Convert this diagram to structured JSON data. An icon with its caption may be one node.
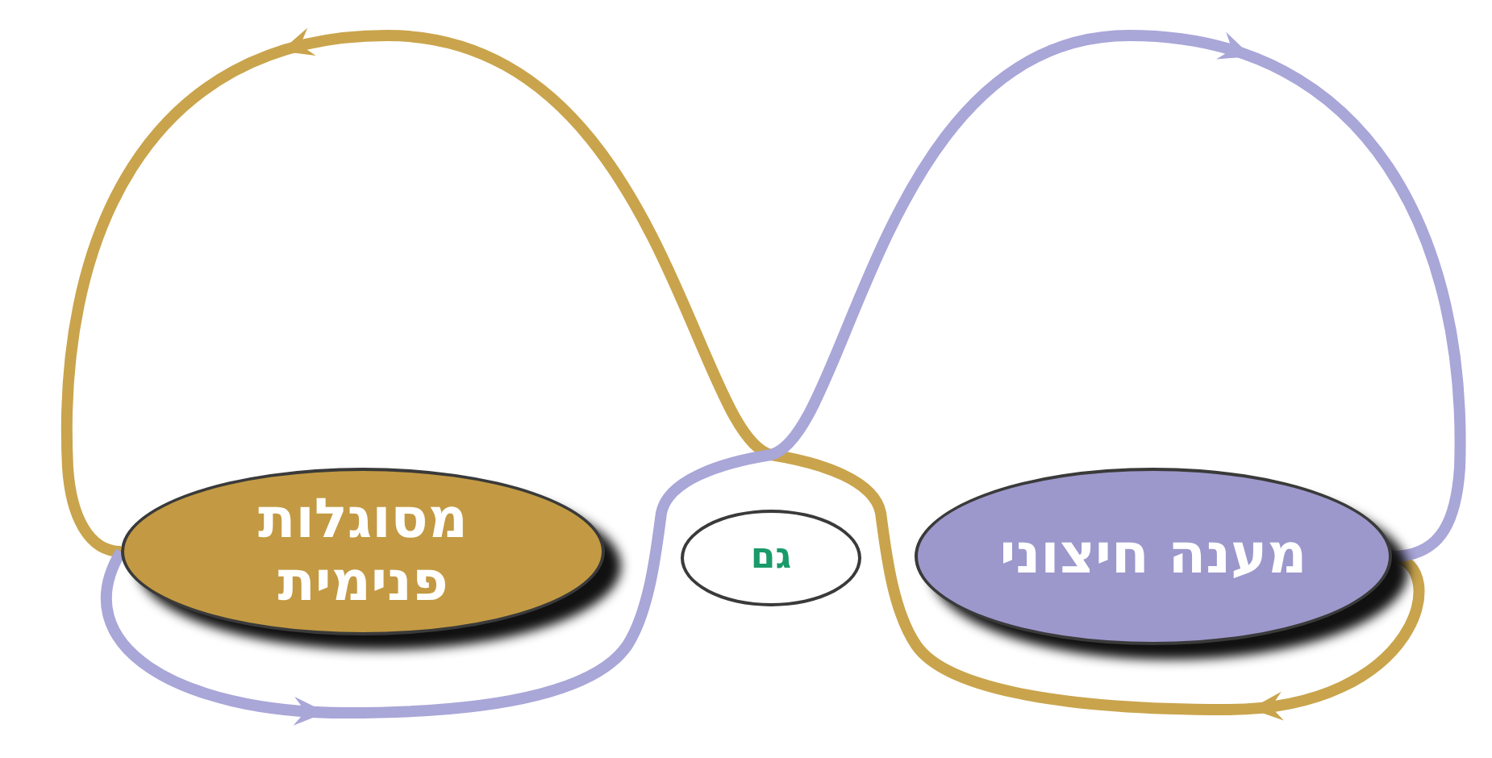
{
  "diagram": {
    "nodes": [
      {
        "text": [
          "מסוגלות פנימית"
        ]
      },
      {
        "text": [
          "גם"
        ]
      },
      {
        "text": [
          "מענה חיצוני"
        ]
      }
    ],
    "edges": [
      {
        "from": 2,
        "to": 0,
        "arrow": "to",
        "color": "#c9a44c"
      },
      {
        "from": 0,
        "to": 2,
        "arrow": "to",
        "color": "#a9a6d8"
      }
    ]
  }
}
